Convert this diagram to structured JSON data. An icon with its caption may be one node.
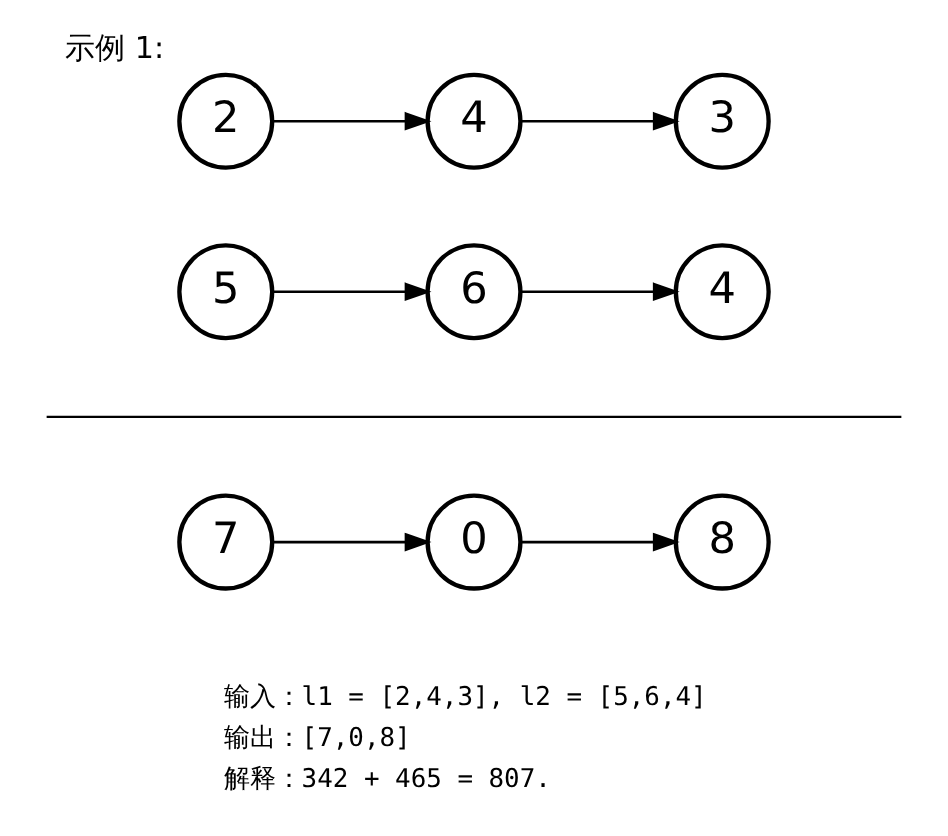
{
  "diagram": {
    "title": "示例 1:",
    "nodes": [
      {
        "text": [
          "2"
        ]
      },
      {
        "text": [
          "4"
        ]
      },
      {
        "text": [
          "3"
        ]
      },
      {
        "text": [
          "5"
        ]
      },
      {
        "text": [
          "6"
        ]
      },
      {
        "text": [
          "4"
        ]
      },
      {
        "text": [
          "7"
        ]
      },
      {
        "text": [
          "0"
        ]
      },
      {
        "text": [
          "8"
        ]
      }
    ],
    "edges": [
      {
        "from": 0,
        "to": 1,
        "arrow": "to"
      },
      {
        "from": 1,
        "to": 2,
        "arrow": "to"
      },
      {
        "from": 3,
        "to": 4,
        "arrow": "to"
      },
      {
        "from": 4,
        "to": 5,
        "arrow": "to"
      },
      {
        "from": 6,
        "to": 7,
        "arrow": "to"
      },
      {
        "from": 7,
        "to": 8,
        "arrow": "to"
      }
    ],
    "labels": [
      "输入：l1 = [2,4,3], l2 = [5,6,4]",
      "输出：[7,0,8]",
      "解释：342 + 465 = 807."
    ]
  }
}
